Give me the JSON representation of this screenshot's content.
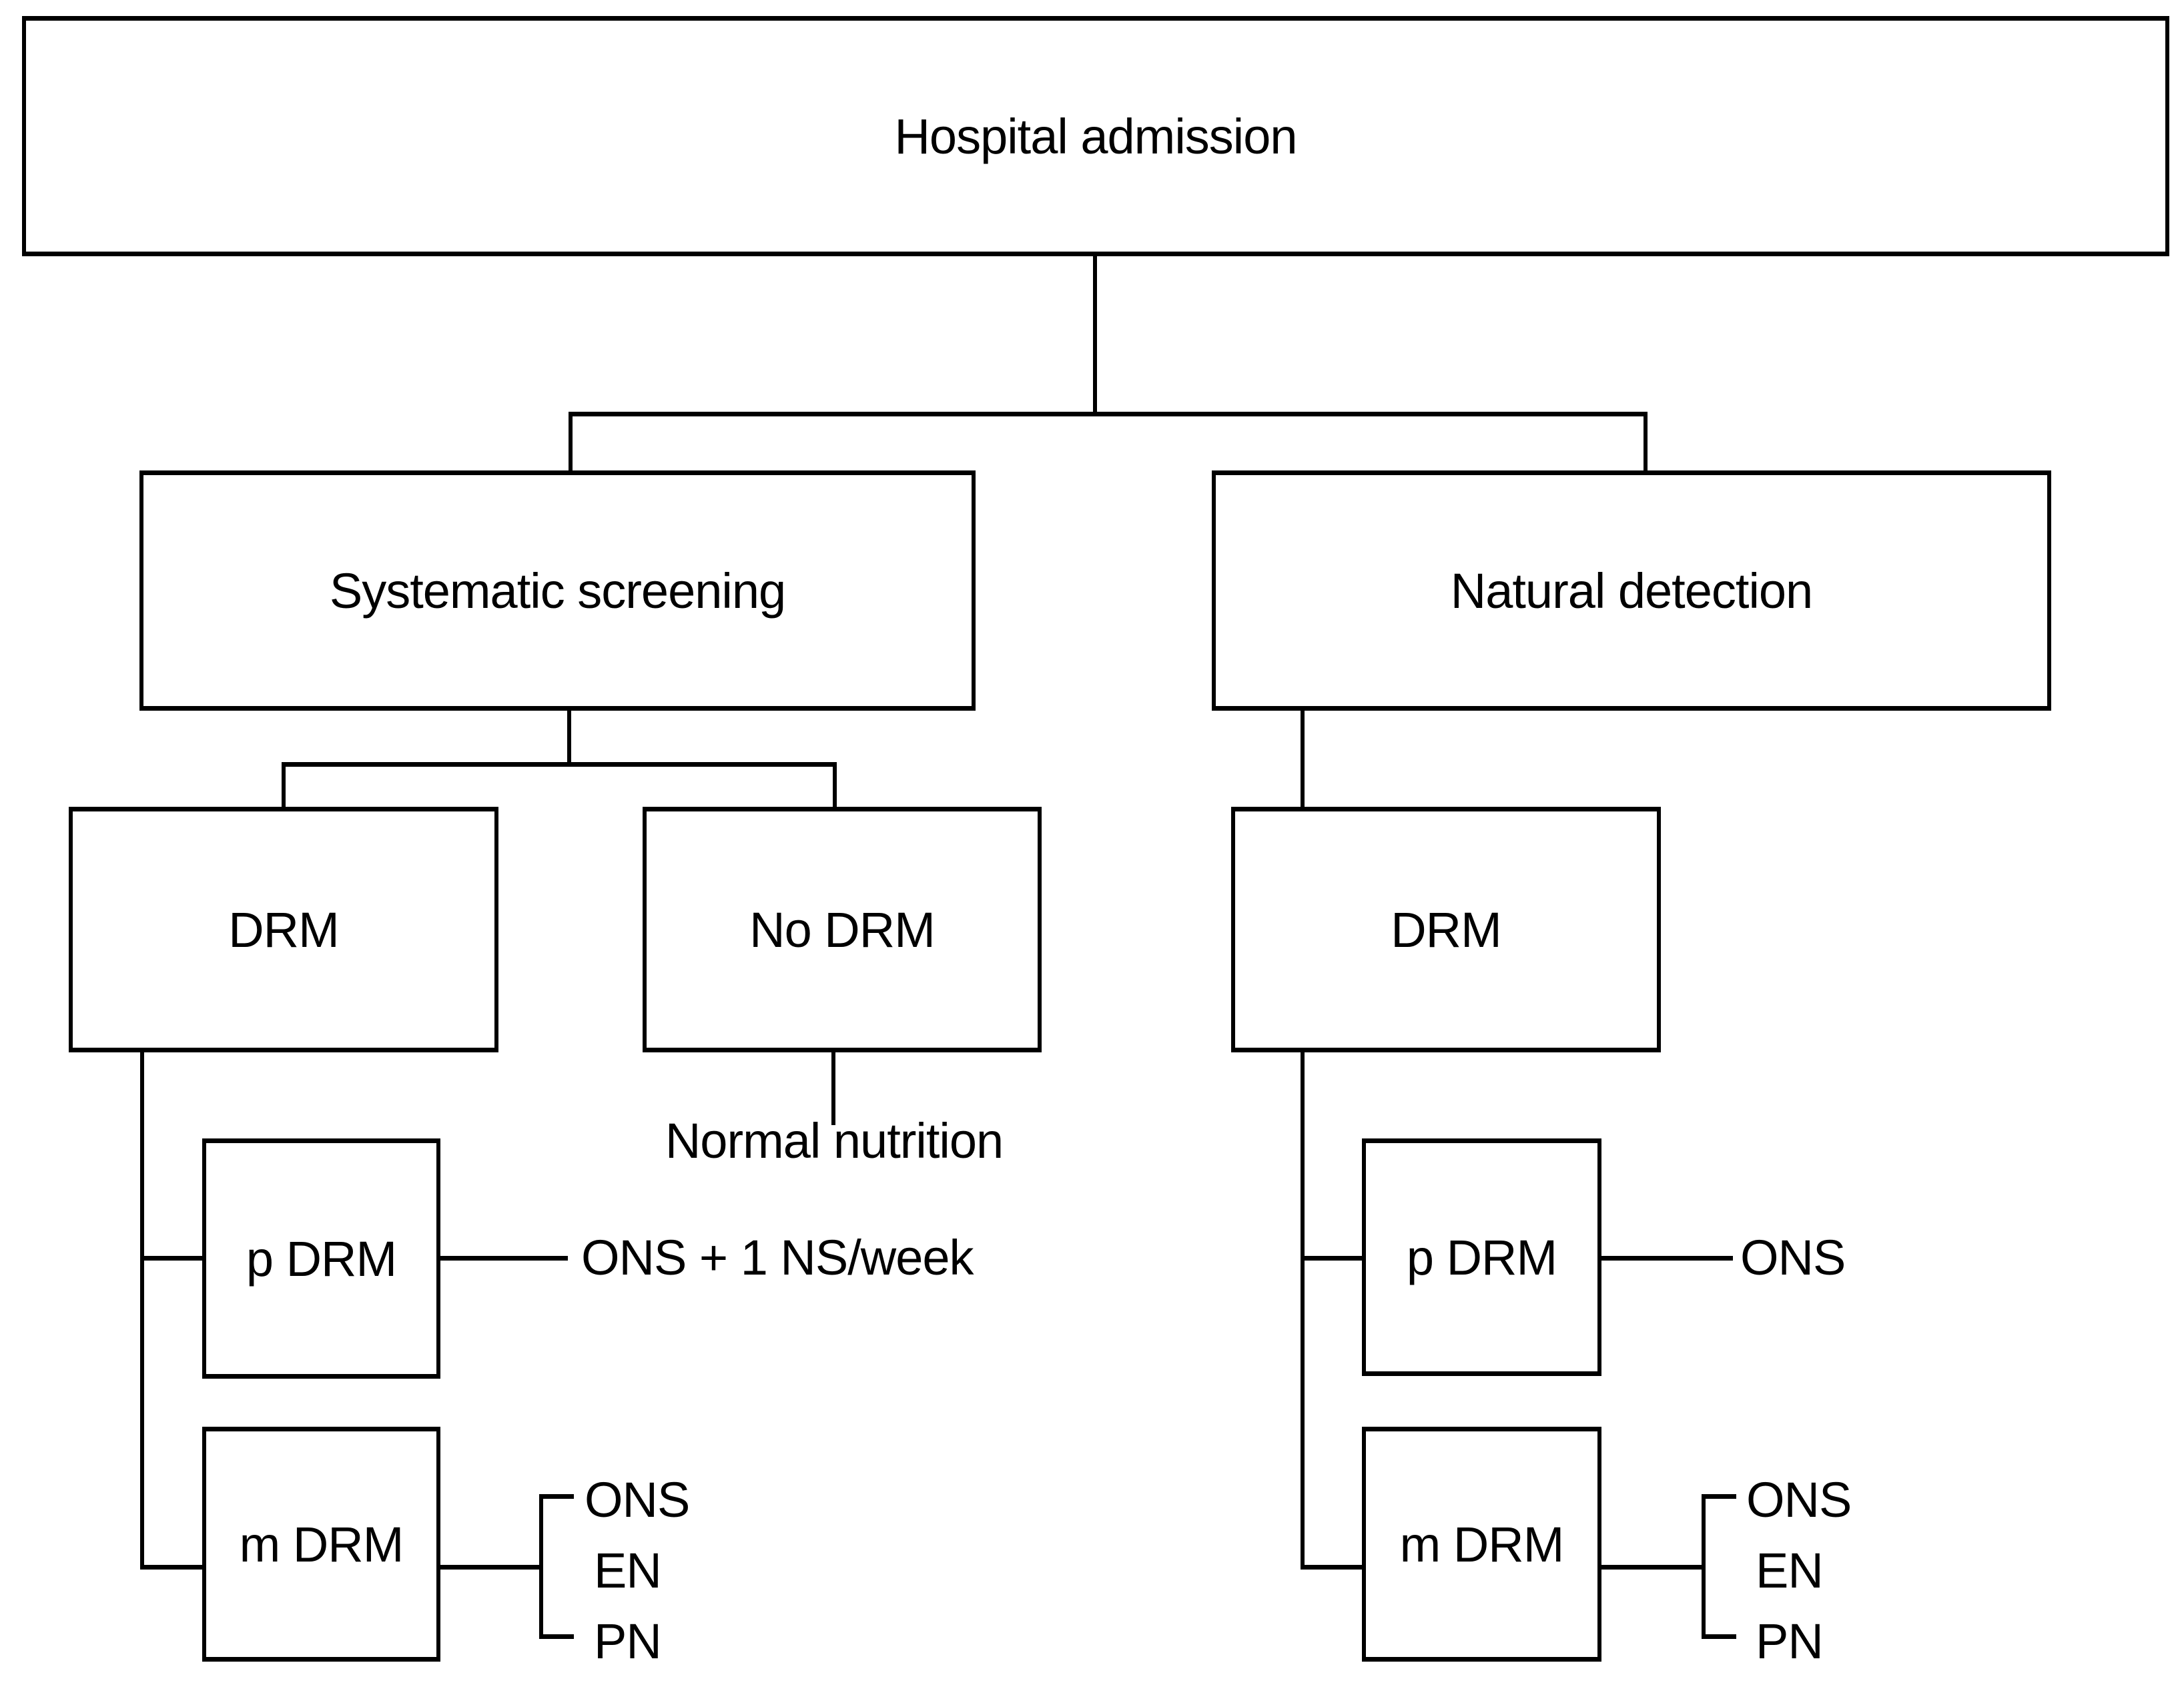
{
  "figure": {
    "background_color": "#ffffff",
    "line_color": "#000000",
    "text_color": "#000000"
  },
  "nodes": {
    "hospital_admission": "Hospital admission",
    "systematic_screening": "Systematic screening",
    "natural_detection": "Natural detection",
    "drm_screening": "DRM",
    "no_drm": "No DRM",
    "drm_detection": "DRM",
    "p_drm_screening": "p DRM",
    "m_drm_screening": "m DRM",
    "p_drm_detection": "p DRM",
    "m_drm_detection": "m DRM"
  },
  "labels": {
    "normal_nutrition": "Normal nutrition",
    "p_drm_screening_outcome": "ONS + 1 NS/week",
    "p_drm_detection_outcome": "ONS",
    "m_drm_screening_outcomes": [
      "ONS",
      "EN",
      "PN"
    ],
    "m_drm_detection_outcomes": [
      "ONS",
      "EN",
      "PN"
    ]
  }
}
